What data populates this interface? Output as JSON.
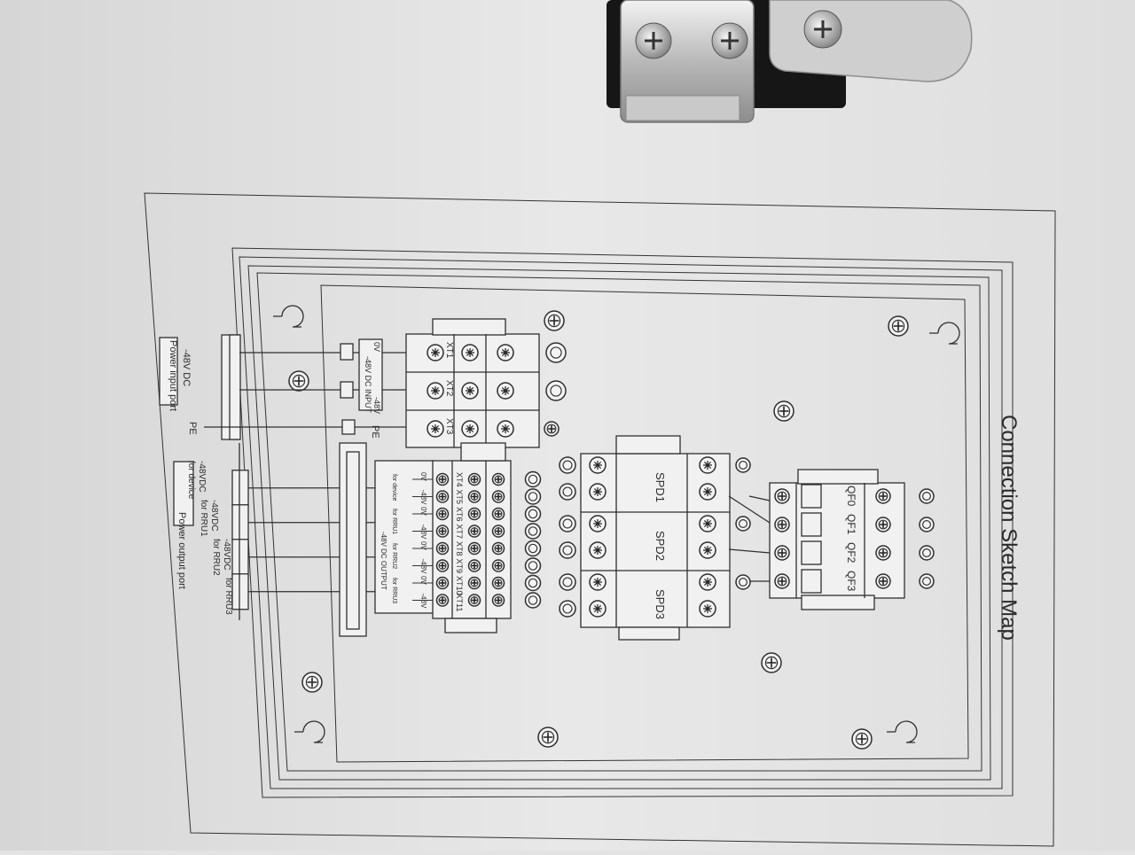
{
  "title": "Connection Sketch Map",
  "input_port": {
    "voltage": "-48V DC",
    "name": "Power input port"
  },
  "input_block": {
    "label": "-48V DC INPUT",
    "zero": "0V",
    "neg": "-48V",
    "terminals": [
      "XT1",
      "XT2",
      "XT3"
    ]
  },
  "pe_labels": [
    "PE",
    "PE"
  ],
  "output_port": {
    "name": "Power output port",
    "entries": [
      {
        "voltage": "-48VDC",
        "target": "for device"
      },
      {
        "voltage": "-48VDC",
        "target": "for RRU1"
      },
      {
        "voltage": "-48VDC",
        "target": "for RRU2"
      },
      {
        "voltage": "-48VDC",
        "target": "for RRU3"
      }
    ]
  },
  "output_block": {
    "label": "-48V DC OUTPUT",
    "terminals": [
      "XT4",
      "XT5",
      "XT6",
      "XT7",
      "XT8",
      "XT9",
      "XT10",
      "XT11"
    ],
    "pair_labels": [
      "0V",
      "-48V",
      "0V",
      "-48V",
      "0V",
      "-48V",
      "0V",
      "-48V"
    ],
    "small_targets": [
      "for device",
      "for RRU1",
      "for RRU2",
      "for RRU3"
    ]
  },
  "spd": [
    "SPD1",
    "SPD2",
    "SPD3"
  ],
  "breakers": [
    "QF0",
    "QF1",
    "QF2",
    "QF3"
  ]
}
